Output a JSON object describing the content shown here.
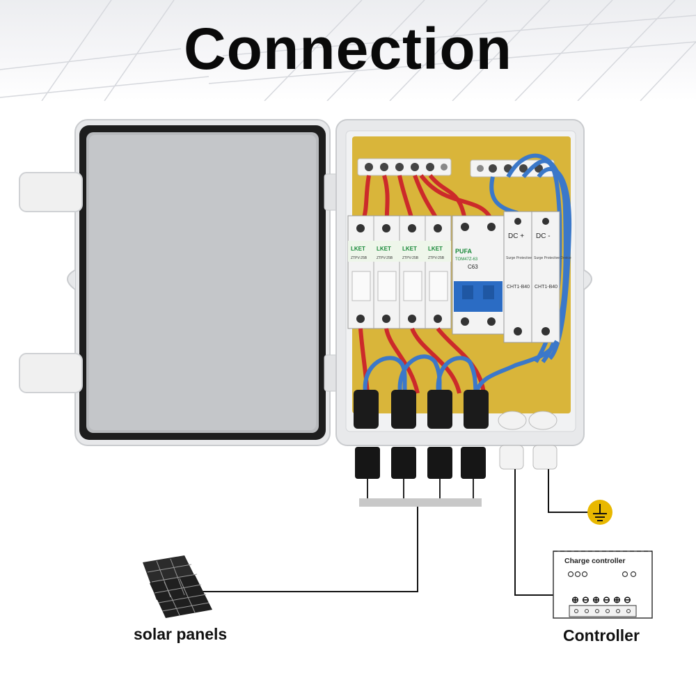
{
  "title": "Connection",
  "labels": {
    "solar_panels": "solar panels",
    "controller": "Controller",
    "charge_controller": "Charge controller"
  },
  "device_text": {
    "breaker_brand": "LKET",
    "breaker_model": "ZTPV-25B",
    "isolator_brand": "PUFA",
    "isolator_model": "TOM47Z-63",
    "isolator_rating": "C63",
    "spd_pos_label": "DC +",
    "spd_neg_label": "DC -",
    "spd_name": "Surge Protective Device",
    "spd_model": "CHT1-B40"
  },
  "icons": [
    "ground-icon",
    "solar-panel-icon",
    "charge-controller-icon"
  ],
  "colors": {
    "enclosure": "#e6e7e9",
    "backplate": "#d9b53a",
    "red_wire": "#cc2a2a",
    "blue_wire": "#3b78c9",
    "ground": "#e8b800",
    "isolator": "#2b6cc4"
  }
}
